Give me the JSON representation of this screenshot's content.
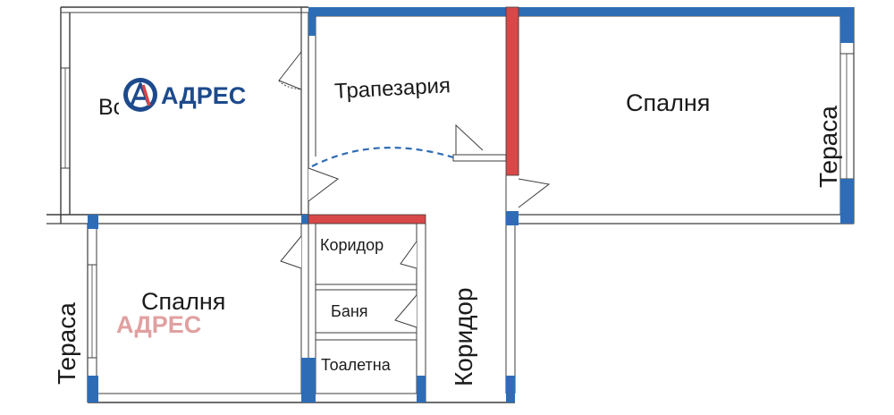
{
  "rooms": {
    "living": "Всекидневна",
    "dining": "Трапезария",
    "bedroom_top": "Спалня",
    "terrace_right": "Тераса",
    "bedroom_bottom": "Спалня",
    "terrace_left": "Тераса",
    "corridor_small": "Коридор",
    "bathroom": "Баня",
    "toilet": "Тоалетна",
    "corridor_vertical": "Коридор"
  },
  "watermark": {
    "brand": "АДРЕС",
    "brand_secondary": "АДРЕС"
  },
  "colors": {
    "wall": "#3d3d3d",
    "blue_wall": "#2e6db5",
    "red_wall": "#d94848",
    "door_arc": "#2e6db5",
    "logo_blue": "#1d4a8c",
    "logo_red": "#d64545",
    "watermark_pink": "#dc9090"
  }
}
